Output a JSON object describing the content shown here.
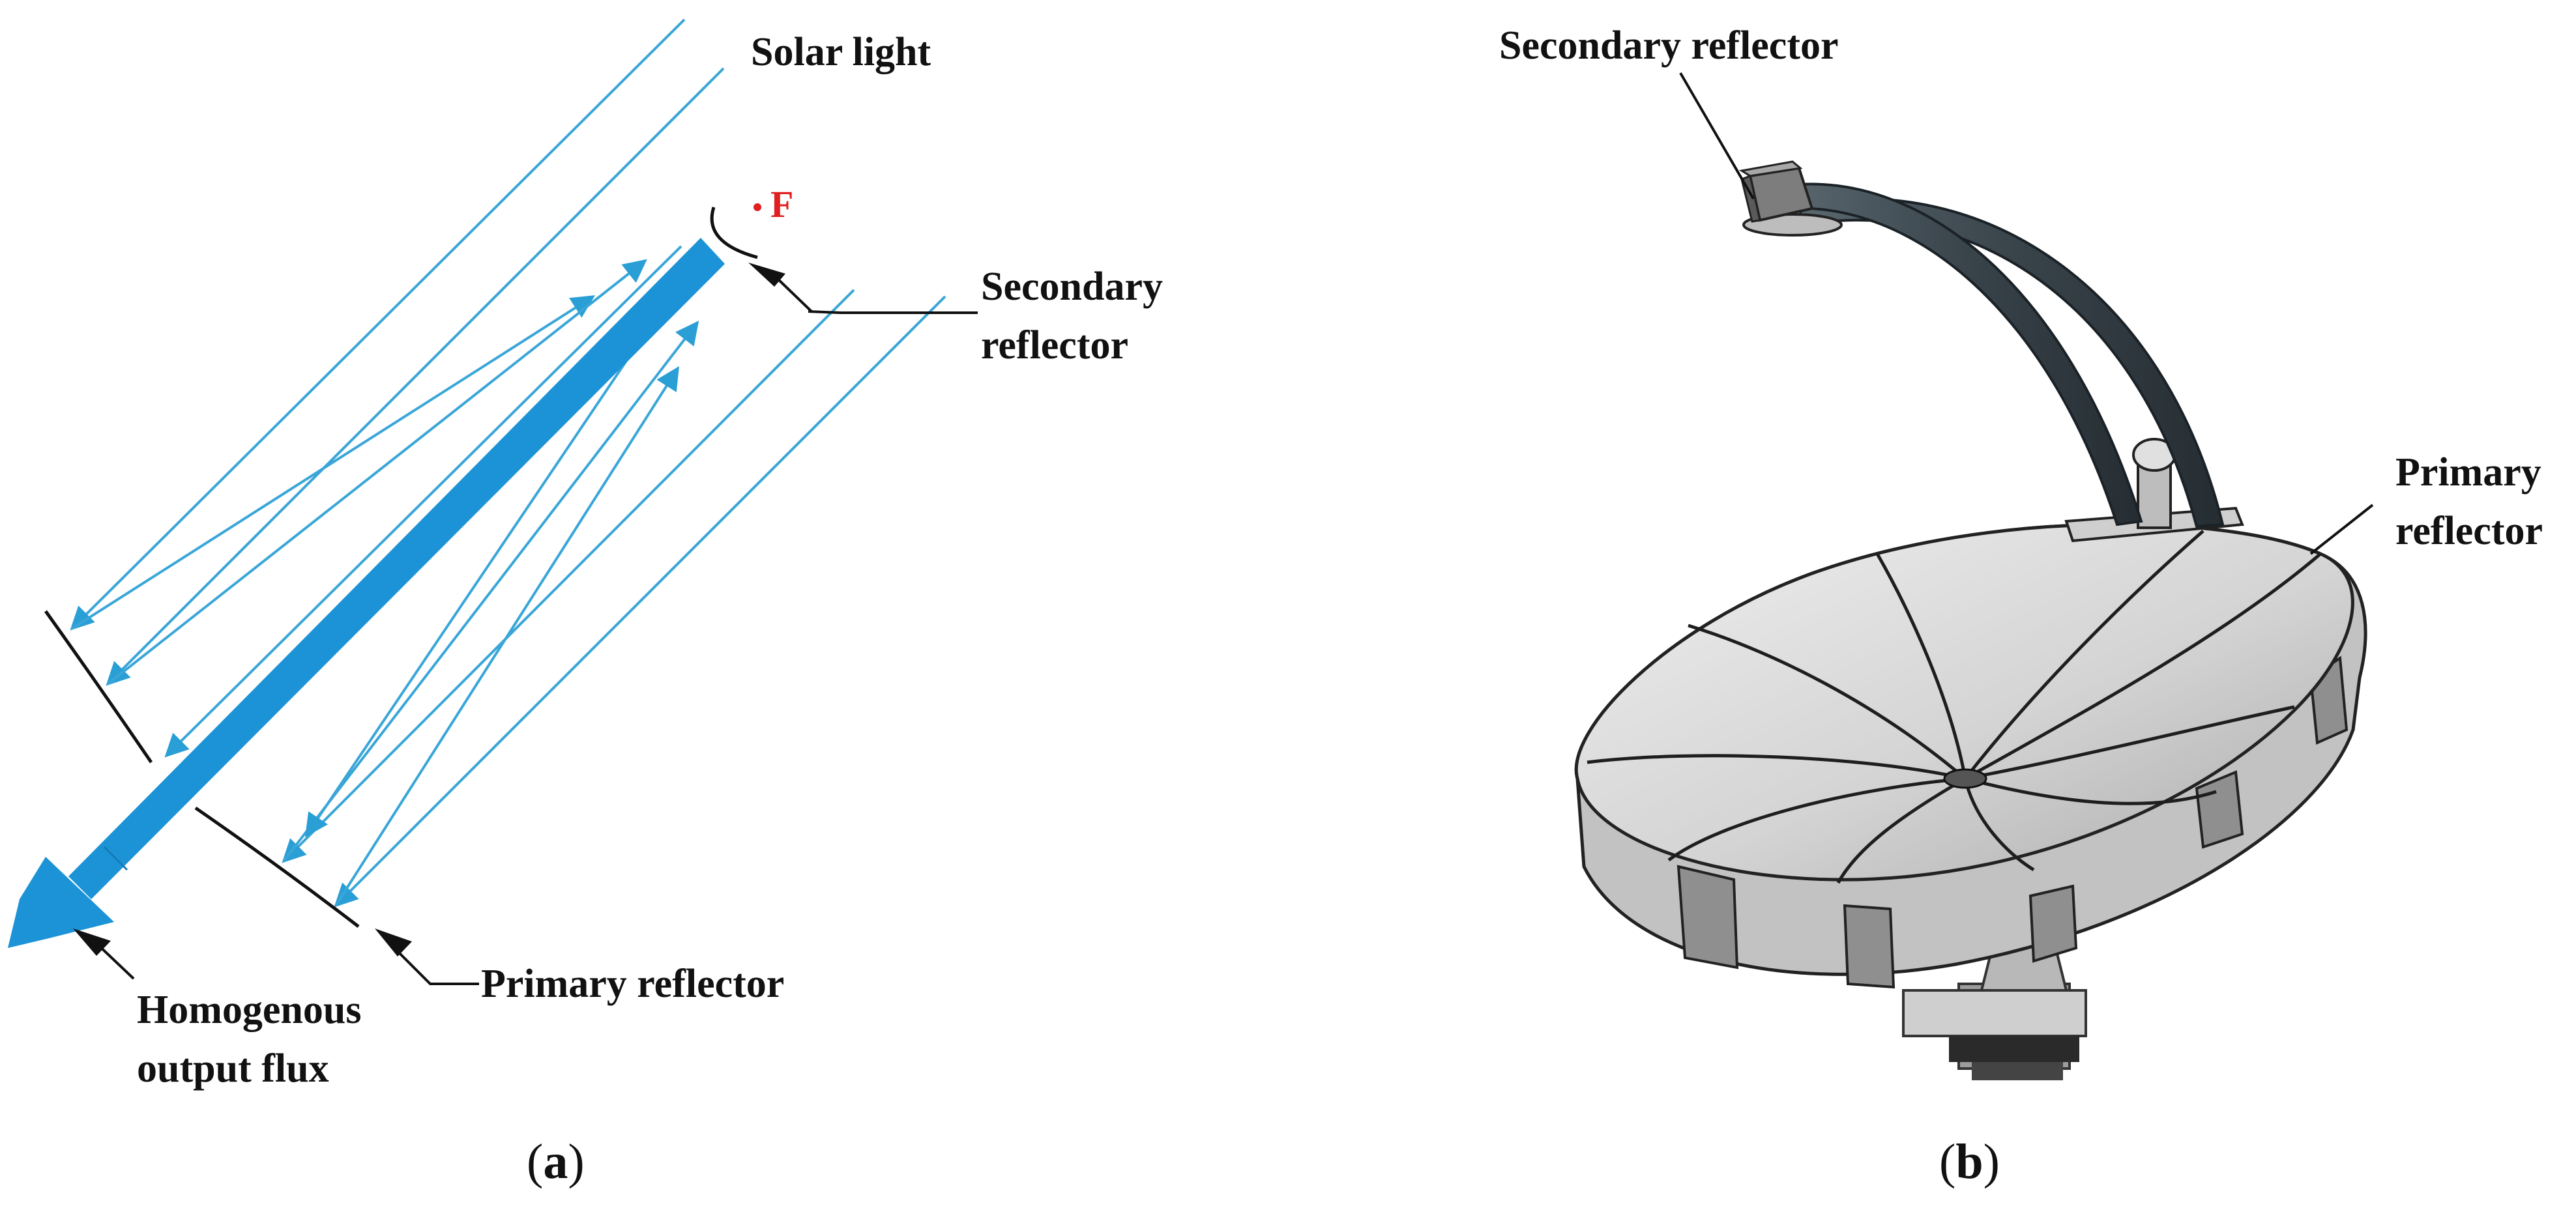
{
  "panel_a": {
    "labels": {
      "solar_light": "Solar light",
      "focus": "F",
      "secondary_line1": "Secondary",
      "secondary_line2": "reflector",
      "primary": "Primary reflector",
      "output_line1": "Homogenous",
      "output_line2": "output flux"
    },
    "caption_open": "(",
    "caption_letter": "a",
    "caption_close": ")"
  },
  "panel_b": {
    "labels": {
      "secondary": "Secondary reflector",
      "primary_line1": "Primary",
      "primary_line2": "reflector"
    },
    "caption_open": "(",
    "caption_letter": "b",
    "caption_close": ")"
  },
  "colors": {
    "ray": "#3aa6d8",
    "flux": "#1c93d6",
    "focus": "#e02020",
    "text": "#111111",
    "dish_face": "#dadada",
    "dish_rim": "#bdbdbd",
    "arm": "#3e4a52"
  }
}
